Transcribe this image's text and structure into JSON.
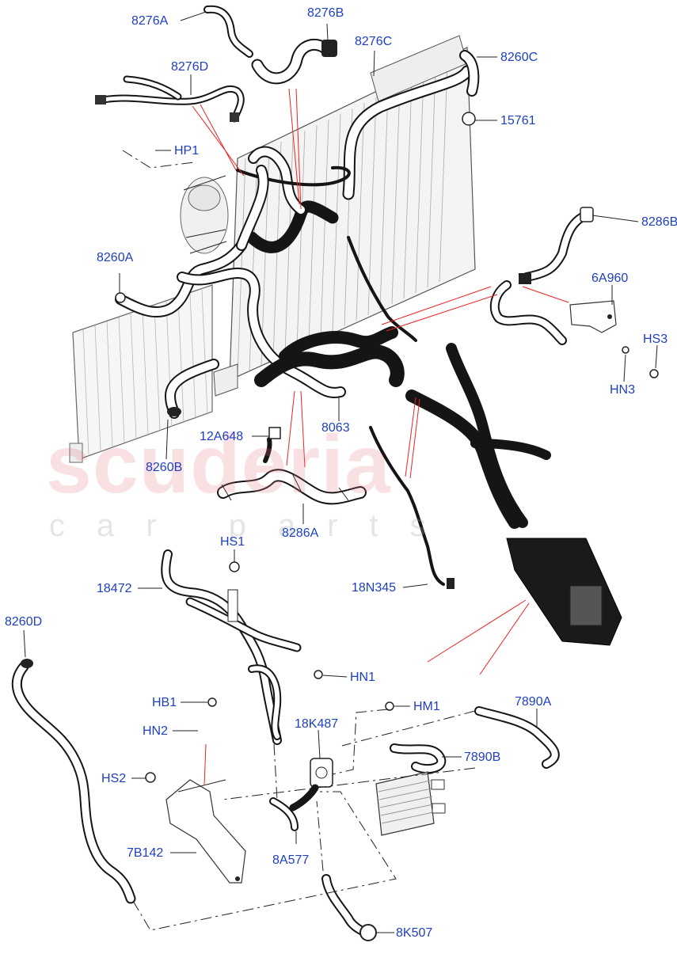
{
  "watermark": {
    "main": "scuderia",
    "sub": "car parts"
  },
  "labels": [
    {
      "id": "8276A",
      "text": "8276A"
    },
    {
      "id": "8276B",
      "text": "8276B"
    },
    {
      "id": "8276C",
      "text": "8276C"
    },
    {
      "id": "8276D",
      "text": "8276D"
    },
    {
      "id": "8260C",
      "text": "8260C"
    },
    {
      "id": "15761",
      "text": "15761"
    },
    {
      "id": "HP1",
      "text": "HP1"
    },
    {
      "id": "8286B",
      "text": "8286B"
    },
    {
      "id": "8260A",
      "text": "8260A"
    },
    {
      "id": "6A960",
      "text": "6A960"
    },
    {
      "id": "HS3",
      "text": "HS3"
    },
    {
      "id": "HN3",
      "text": "HN3"
    },
    {
      "id": "8063",
      "text": "8063"
    },
    {
      "id": "12A648",
      "text": "12A648"
    },
    {
      "id": "8260B",
      "text": "8260B"
    },
    {
      "id": "8286A",
      "text": "8286A"
    },
    {
      "id": "HS1",
      "text": "HS1"
    },
    {
      "id": "18472",
      "text": "18472"
    },
    {
      "id": "18N345",
      "text": "18N345"
    },
    {
      "id": "8260D",
      "text": "8260D"
    },
    {
      "id": "HN1",
      "text": "HN1"
    },
    {
      "id": "HB1",
      "text": "HB1"
    },
    {
      "id": "HM1",
      "text": "HM1"
    },
    {
      "id": "7890A",
      "text": "7890A"
    },
    {
      "id": "18K487",
      "text": "18K487"
    },
    {
      "id": "HN2",
      "text": "HN2"
    },
    {
      "id": "7890B",
      "text": "7890B"
    },
    {
      "id": "HS2",
      "text": "HS2"
    },
    {
      "id": "7B142",
      "text": "7B142"
    },
    {
      "id": "8A577",
      "text": "8A577"
    },
    {
      "id": "8K507",
      "text": "8K507"
    }
  ],
  "colors": {
    "label": "#1e3fc4",
    "lines": "#151515",
    "callout_red": "#e22222",
    "watermark": "#e27880"
  }
}
